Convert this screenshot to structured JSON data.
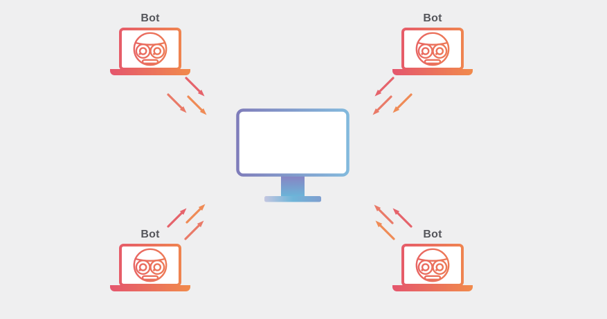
{
  "background_color": "#efeff0",
  "palette": {
    "bot_gradient": [
      "#e4556e",
      "#f18b4b"
    ],
    "monitor_frame_gradient": [
      "#7f7cba",
      "#82badd"
    ],
    "monitor_stand_gradient": [
      "#8a7ec1",
      "#69b9da"
    ],
    "arrow_colors": [
      "#e5636b",
      "#e97a68",
      "#ef8b56"
    ],
    "label_color": "#55565b"
  },
  "diagram": {
    "type": "botnet-attack-diagram",
    "center_node": {
      "id": "target-computer",
      "icon": "desktop-monitor-icon"
    },
    "bots": [
      {
        "id": "bot-top-left",
        "label": "Bot",
        "icon": "bot-laptop-icon",
        "position": "top-left"
      },
      {
        "id": "bot-top-right",
        "label": "Bot",
        "icon": "bot-laptop-icon",
        "position": "top-right"
      },
      {
        "id": "bot-bottom-left",
        "label": "Bot",
        "icon": "bot-laptop-icon",
        "position": "bottom-left"
      },
      {
        "id": "bot-bottom-right",
        "label": "Bot",
        "icon": "bot-laptop-icon",
        "position": "bottom-right"
      }
    ],
    "arrow_groups": [
      {
        "from": "bot-top-left",
        "to": "target-computer",
        "direction": "down-right",
        "arrow_count": 3
      },
      {
        "from": "bot-top-right",
        "to": "target-computer",
        "direction": "down-left",
        "arrow_count": 3
      },
      {
        "from": "bot-bottom-left",
        "to": "target-computer",
        "direction": "up-right",
        "arrow_count": 3
      },
      {
        "from": "bot-bottom-right",
        "to": "target-computer",
        "direction": "up-left",
        "arrow_count": 3
      }
    ]
  }
}
